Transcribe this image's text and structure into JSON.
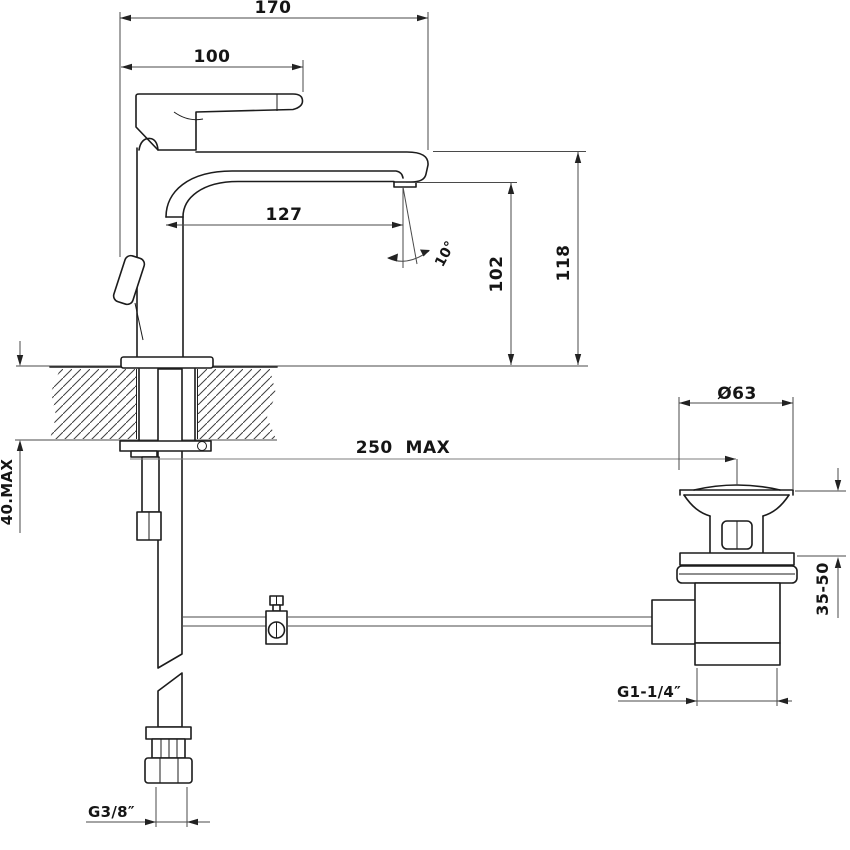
{
  "drawing": {
    "type": "technical-installation-drawing",
    "subject": "single-lever basin mixer with flexible supply hose and pop-up waste",
    "units": "mm",
    "background_color": "#ffffff",
    "line_color": "#1c1c1c",
    "dimensions": {
      "total_depth": "170",
      "lever_length": "100",
      "spout_reach": "127",
      "spout_angle": "10°",
      "outlet_height": "102",
      "spout_height": "118",
      "hose_to_waste_max": "250  MAX",
      "deck_thickness_max": "40.MAX",
      "waste_flange_diameter": "Ø63",
      "basin_thickness_range": "35-50",
      "waste_thread": "G1-1/4″",
      "supply_thread": "G3/8″"
    }
  }
}
